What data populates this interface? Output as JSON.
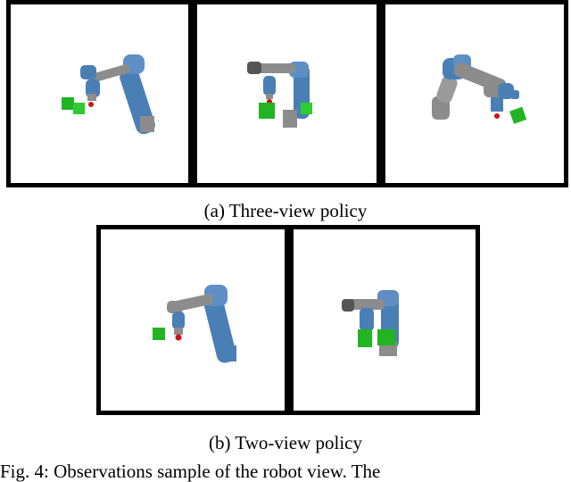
{
  "figure": {
    "rows": [
      {
        "caption": "(a) Three-view policy",
        "panels": [
          {
            "name": "three-view-panel-1"
          },
          {
            "name": "three-view-panel-2"
          },
          {
            "name": "three-view-panel-3"
          }
        ]
      },
      {
        "caption": "(b) Two-view policy",
        "panels": [
          {
            "name": "two-view-panel-1"
          },
          {
            "name": "two-view-panel-2"
          }
        ]
      }
    ],
    "truncated_text": "Fig. 4: Observations sample of the robot view. The"
  },
  "colors": {
    "robot_blue": "#4a7fb5",
    "robot_gray": "#8c8c8c",
    "cube_green": "#22b422",
    "ball_red": "#cc1111",
    "frame": "#000000"
  }
}
